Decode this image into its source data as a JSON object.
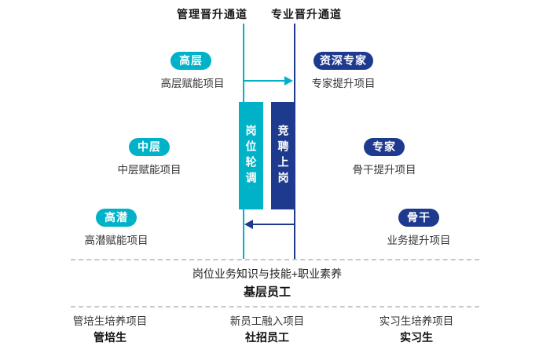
{
  "colors": {
    "cyan": "#00b2c8",
    "blue": "#1e3a8e"
  },
  "channels": {
    "management": "管理晋升通道",
    "professional": "专业晋升通道"
  },
  "tracks": {
    "management": [
      {
        "badge": "高层",
        "project": "高层赋能项目"
      },
      {
        "badge": "中层",
        "project": "中层赋能项目"
      },
      {
        "badge": "高潜",
        "project": "高潜赋能项目"
      }
    ],
    "professional": [
      {
        "badge": "资深专家",
        "project": "专家提升项目"
      },
      {
        "badge": "专家",
        "project": "骨干提升项目"
      },
      {
        "badge": "骨干",
        "project": "业务提升项目"
      }
    ]
  },
  "center_bars": [
    {
      "label": "岗位轮调"
    },
    {
      "label": "竞聘上岗"
    }
  ],
  "base": {
    "skills": "岗位业务知识与技能+职业素养",
    "level": "基层员工"
  },
  "entry_programs": [
    {
      "project": "管培生培养项目",
      "role": "管培生"
    },
    {
      "project": "新员工融入项目",
      "role": "社招员工"
    },
    {
      "project": "实习生培养项目",
      "role": "实习生"
    }
  ]
}
